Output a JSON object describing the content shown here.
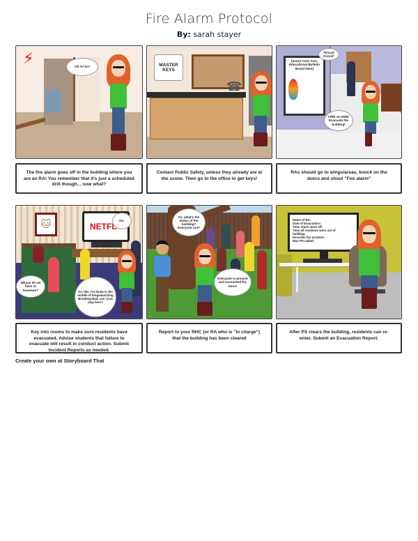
{
  "header": {
    "title": "Fire Alarm Protocol",
    "by_label": "By:",
    "author": "sarah stayer"
  },
  "panels": [
    {
      "scene": "dorm-hallway-alarm",
      "bubbles": [
        "Oh %^&#!"
      ],
      "caption": "The fire alarm goes off in the building where you are an RA! You remember that it's just a scheduled drill though... now what?"
    },
    {
      "scene": "office-master-keys",
      "sign": "MASTER KEYS",
      "bubbles": [],
      "caption": "Contact Public Safety, unless they already are at the scene. Then go to the office to get keys!"
    },
    {
      "scene": "hallway-knocking",
      "poster": "[Insert Cool, Fun, Educational Bulletin Board Here]",
      "bubbles": [
        "*Knock Knock*",
        "FIRE ALARM! Evacuate the building!"
      ],
      "caption": "RAs should go to wings/areas, knock on the doors and shout \"Fire alarm\""
    },
    {
      "scene": "dorm-room-residents",
      "tv_text": "NETFL",
      "bubbles": [
        "No.",
        "Whyyy do we have to leaveeee?",
        "So, like, I'm kinda in the middle of bingewatching Breaking Bad, can I just stay here?"
      ],
      "caption": "Key into rooms to make sure residents have evacuated. Advise students that failure to evacuate will result in conduct action. Submit Incident Reports as needed."
    },
    {
      "scene": "outside-group",
      "bubbles": [
        "So, what's the status of the building? Everyone out?",
        "Everyone is present and accounted for, boss!"
      ],
      "caption": "Report to your RHC (or RA who is \"in charge\") that the building has been cleared"
    },
    {
      "scene": "office-report",
      "monitor_lines": [
        "Name of RA:",
        "Date of Evacuation:",
        "Time Alarm went off:",
        "Time all residents were out of building:",
        "Describe the incident:",
        "Was PS called:"
      ],
      "bubbles": [],
      "caption": "After PS clears the building, residents can re-enter. Submit an Evacuation Report."
    }
  ],
  "footer": {
    "text": "Create your own at Storyboard That"
  },
  "colors": {
    "hair": "#e0622a",
    "shirt": "#3fbf3a",
    "jeans": "#3d5d8c",
    "wall_beige": "#f6ece3",
    "hallway_lavender": "#b9b8dd",
    "grass": "#4d9a36",
    "office_yellow": "#c6c23a"
  }
}
